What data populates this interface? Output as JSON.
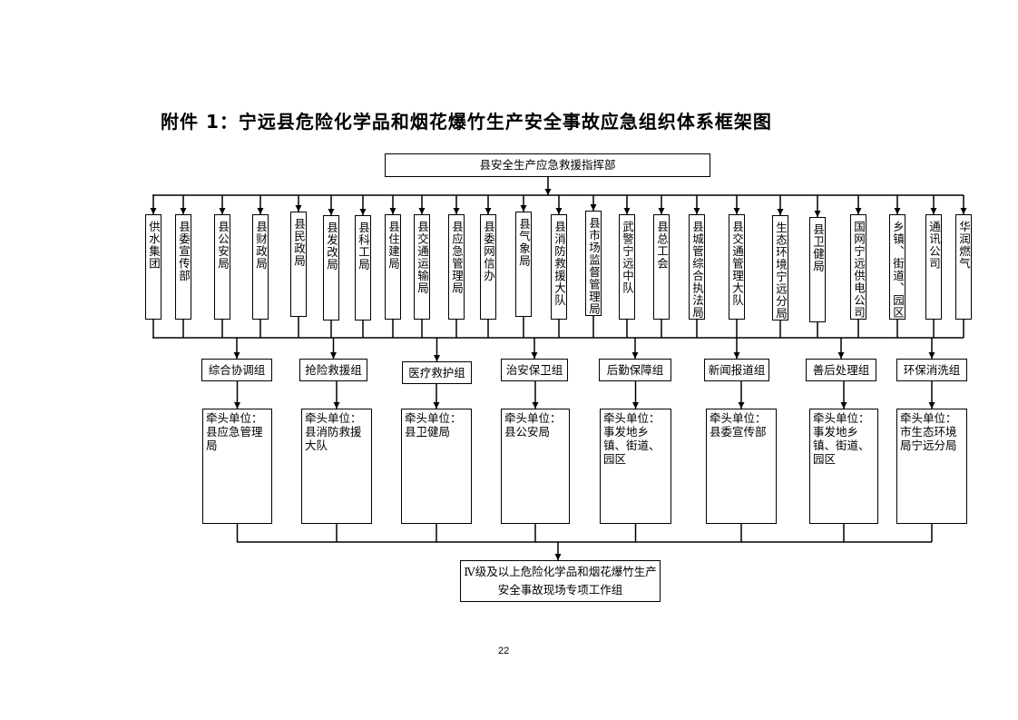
{
  "title": "附件 1：宁远县危险化学品和烟花爆竹生产安全事故应急组织体系框架图",
  "command": "县安全生产应急救援指挥部",
  "members": [
    "供水集团",
    "县委宣传部",
    "县公安局",
    "县财政局",
    "县民政局",
    "县发改局",
    "县科工局",
    "县住建局",
    "县交通运输局",
    "县应急管理局",
    "县委网信办",
    "县气象局",
    "县消防救援大队",
    "县市场监督管理局",
    "武警宁远中队",
    "县总工会",
    "县城管综合执法局",
    "县交通管理大队",
    "生态环境宁远分局",
    "县卫健局",
    "国网宁远供电公司",
    "乡镇、街道、园区",
    "通讯公司",
    "华润燃气"
  ],
  "groups": [
    {
      "name": "综合协调组",
      "lead": "牵头单位：县应急管理局"
    },
    {
      "name": "抢险救援组",
      "lead": "牵头单位：县消防救援大队"
    },
    {
      "name": "医疗救护组",
      "lead": "牵头单位：县卫健局"
    },
    {
      "name": "治安保卫组",
      "lead": "牵头单位：县公安局"
    },
    {
      "name": "后勤保障组",
      "lead": "牵头单位：事发地乡镇、街道、园区"
    },
    {
      "name": "新闻报道组",
      "lead": "牵头单位：县委宣传部"
    },
    {
      "name": "善后处理组",
      "lead": "牵头单位：事发地乡镇、街道、园区"
    },
    {
      "name": "环保消洗组",
      "lead": "牵头单位：市生态环境局宁远分局"
    }
  ],
  "final": {
    "line1": "Ⅳ级及以上危险化学品和烟花爆竹生产",
    "line2": "安全事故现场专项工作组"
  },
  "page_number": "22"
}
